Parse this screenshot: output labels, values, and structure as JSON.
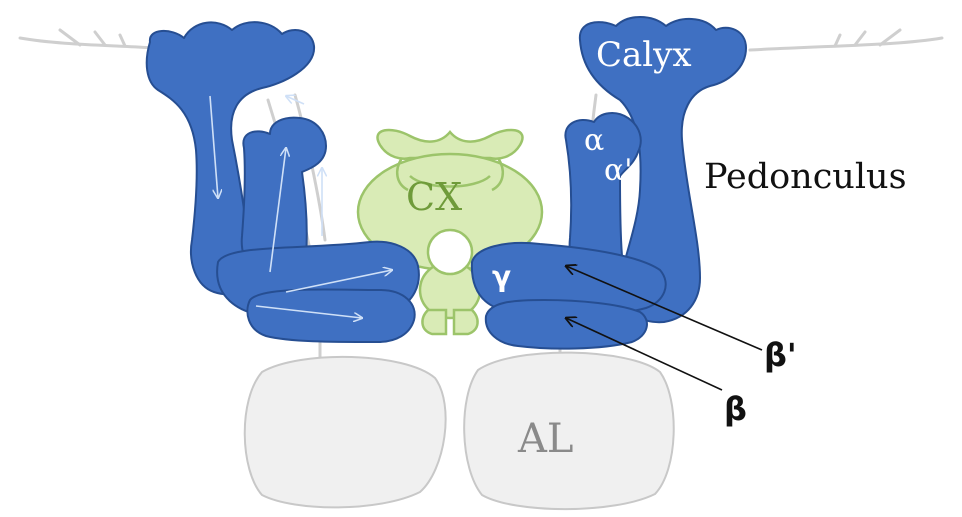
{
  "labels": {
    "calyx": "Calyx",
    "alpha": "α",
    "alpha_prime": "α'",
    "pedonculus": "Pedonculus",
    "cx": "CX",
    "gamma": "γ",
    "beta_prime": "β'",
    "beta": "β",
    "al": "AL"
  },
  "colors": {
    "mushroom_body": "#3f70c2",
    "mushroom_body_stroke": "#264e92",
    "central_complex": "#d9ebb6",
    "central_complex_stroke": "#9cc46a",
    "cx_text": "#6f9b3a",
    "antennal_lobe": "#f0f0f0",
    "antennal_lobe_stroke": "#c8c8c8",
    "al_text": "#8a8a8a",
    "neuron_fibers": "#cfcfcf",
    "label_dark": "#111111",
    "label_light": "#ffffff",
    "flow_arrows": "#cfe0f7"
  }
}
